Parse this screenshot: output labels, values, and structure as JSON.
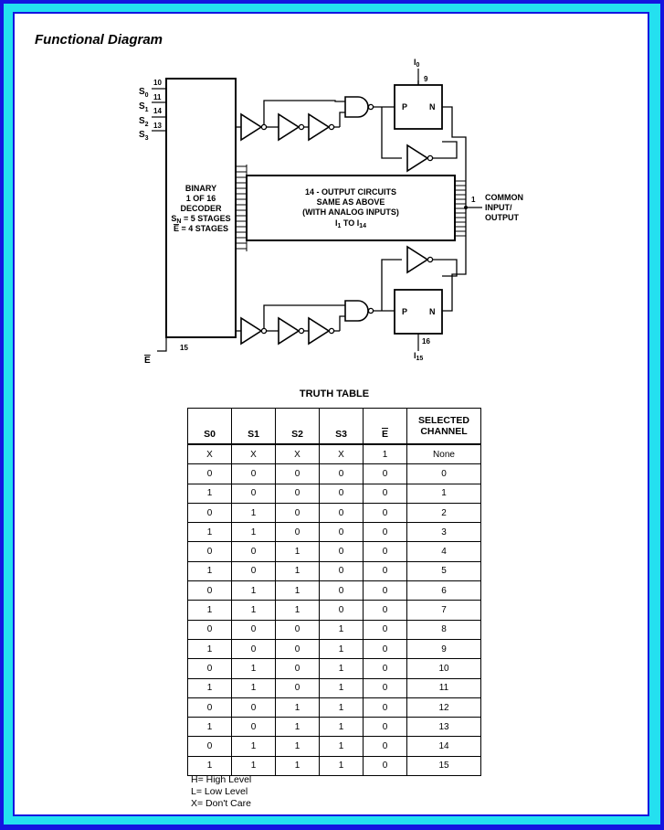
{
  "page": {
    "title": "Functional Diagram"
  },
  "diagram": {
    "decoder": {
      "line1": "BINARY",
      "line2": "1 OF 16",
      "line3": "DECODER",
      "line4_prefix": "S",
      "line4_sub": "N",
      "line4_suffix": " = 5 STAGES",
      "line5_bar": "E",
      "line5_suffix": " = 4 STAGES"
    },
    "select_inputs": [
      {
        "name": "S",
        "sub": "0",
        "pin": "10"
      },
      {
        "name": "S",
        "sub": "1",
        "pin": "11"
      },
      {
        "name": "S",
        "sub": "2",
        "pin": "14"
      },
      {
        "name": "S",
        "sub": "3",
        "pin": "13"
      }
    ],
    "enable": {
      "bar_label": "E",
      "pin": "15"
    },
    "switch_top": {
      "p": "P",
      "n": "N",
      "pin": "9",
      "input_name": "I",
      "input_sub": "0"
    },
    "switch_bottom": {
      "p": "P",
      "n": "N",
      "pin": "16",
      "input_name": "I",
      "input_sub": "15"
    },
    "middle_box": {
      "line1": "14 - OUTPUT CIRCUITS",
      "line2": "SAME AS ABOVE",
      "line3": "(WITH ANALOG INPUTS)",
      "line4_a": "I",
      "line4_a_sub": "1",
      "line4_mid": " TO I",
      "line4_b_sub": "14"
    },
    "common_output": {
      "pin": "1",
      "line1": "COMMON",
      "line2": "INPUT/",
      "line3": "OUTPUT"
    }
  },
  "truth_table": {
    "title": "TRUTH TABLE",
    "headers": [
      "S0",
      "S1",
      "S2",
      "S3",
      "E",
      "SELECTED",
      "CHANNEL"
    ],
    "rows": [
      [
        "X",
        "X",
        "X",
        "X",
        "1",
        "None"
      ],
      [
        "0",
        "0",
        "0",
        "0",
        "0",
        "0"
      ],
      [
        "1",
        "0",
        "0",
        "0",
        "0",
        "1"
      ],
      [
        "0",
        "1",
        "0",
        "0",
        "0",
        "2"
      ],
      [
        "1",
        "1",
        "0",
        "0",
        "0",
        "3"
      ],
      [
        "0",
        "0",
        "1",
        "0",
        "0",
        "4"
      ],
      [
        "1",
        "0",
        "1",
        "0",
        "0",
        "5"
      ],
      [
        "0",
        "1",
        "1",
        "0",
        "0",
        "6"
      ],
      [
        "1",
        "1",
        "1",
        "0",
        "0",
        "7"
      ],
      [
        "0",
        "0",
        "0",
        "1",
        "0",
        "8"
      ],
      [
        "1",
        "0",
        "0",
        "1",
        "0",
        "9"
      ],
      [
        "0",
        "1",
        "0",
        "1",
        "0",
        "10"
      ],
      [
        "1",
        "1",
        "0",
        "1",
        "0",
        "11"
      ],
      [
        "0",
        "0",
        "1",
        "1",
        "0",
        "12"
      ],
      [
        "1",
        "0",
        "1",
        "1",
        "0",
        "13"
      ],
      [
        "0",
        "1",
        "1",
        "1",
        "0",
        "14"
      ],
      [
        "1",
        "1",
        "1",
        "1",
        "0",
        "15"
      ]
    ]
  },
  "legend": [
    "H= High Level",
    "L= Low Level",
    "X= Don't Care"
  ]
}
